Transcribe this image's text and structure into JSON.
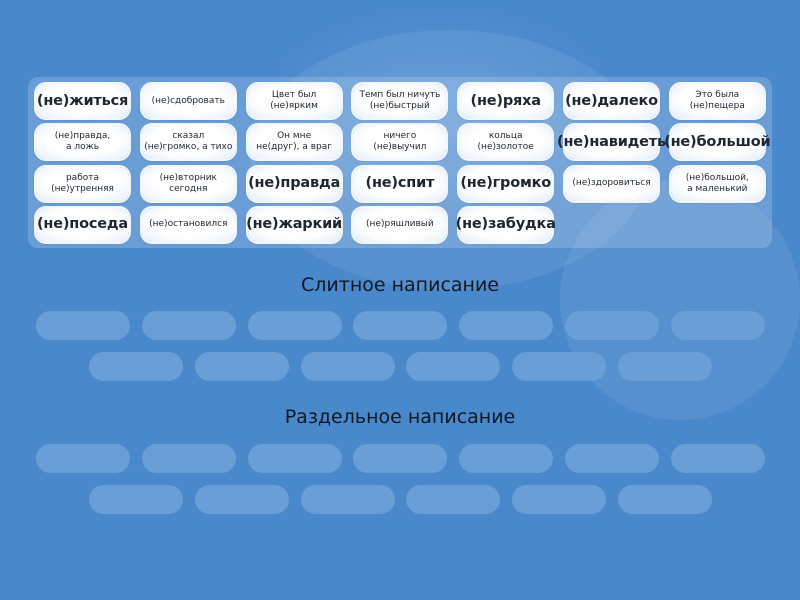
{
  "tiles": [
    "(не)житься",
    "(не)сдобровать",
    "Цвет был\n(не)ярким",
    "Темп был ничуть\n(не)быстрый",
    "(не)ряха",
    "(не)далеко",
    "Это была\n(не)пещера",
    "(не)правда,\nа ложь",
    "сказал\n(не)громко, а тихо",
    "Он мне\nне(друг), а враг",
    "ничего\n(не)выучил",
    "кольца\n(не)золотое",
    "(не)навидеть",
    "(не)большой",
    "работа\n(не)утренняя",
    "(не)вторник\nсегодня",
    "(не)правда",
    "(не)спит",
    "(не)громко",
    "(не)здоровиться",
    "(не)большой,\nа маленький",
    "(не)поседа",
    "(не)остановился",
    "(не)жаркий",
    "(не)ряшливый",
    "(не)забудка"
  ],
  "groups": [
    {
      "title": "Слитное написание",
      "slots": 13
    },
    {
      "title": "Раздельное написание",
      "slots": 13
    }
  ]
}
